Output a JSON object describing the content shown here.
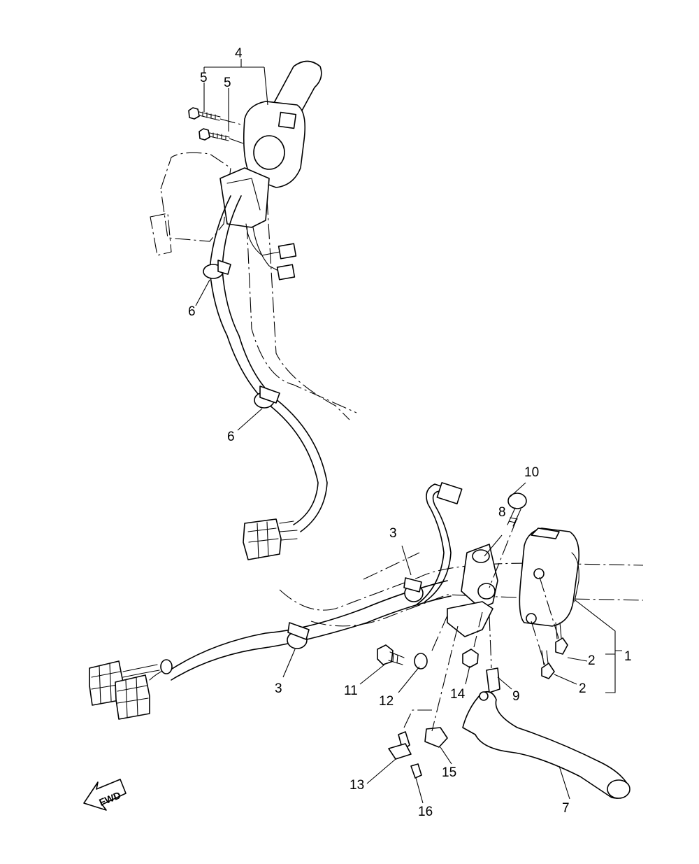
{
  "callouts": {
    "c1": "1",
    "c2a": "2",
    "c2b": "2",
    "c3a": "3",
    "c3b": "3",
    "c4": "4",
    "c5a": "5",
    "c5b": "5",
    "c6a": "6",
    "c6b": "6",
    "c7": "7",
    "c8": "8",
    "c9": "9",
    "c10": "10",
    "c11": "11",
    "c12": "12",
    "c13": "13",
    "c14": "14",
    "c15": "15",
    "c16": "16"
  },
  "direction_arrow": {
    "label": "FWD"
  }
}
